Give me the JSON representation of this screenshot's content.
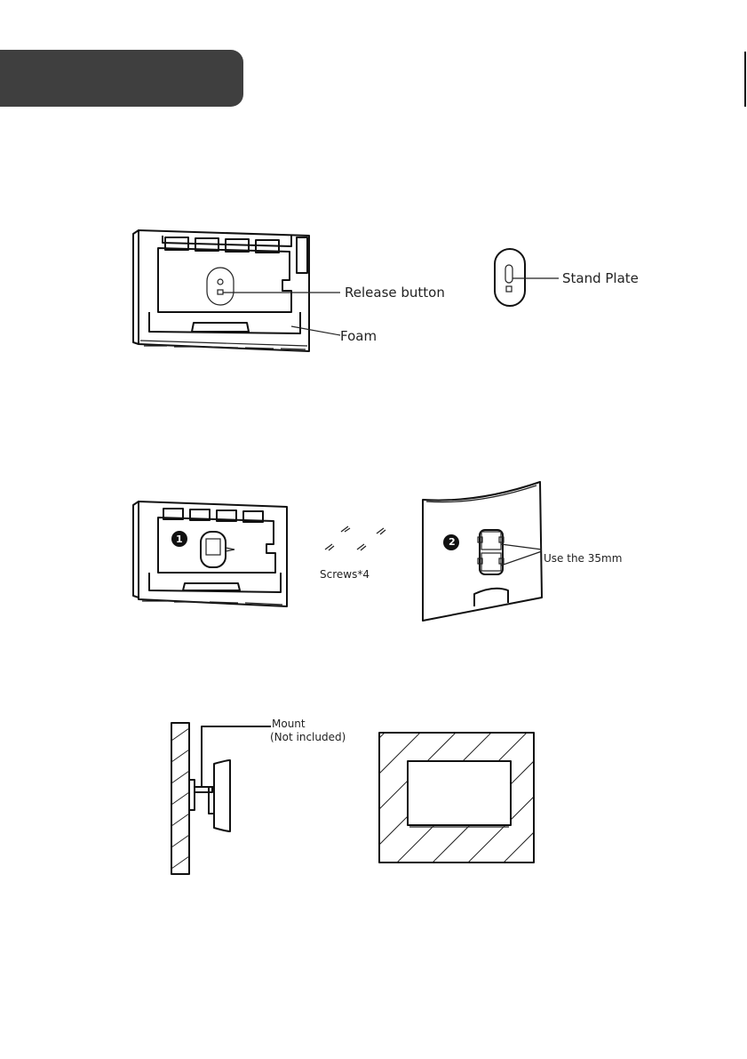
{
  "labels": {
    "release_button": "Release button",
    "foam": "Foam",
    "stand_plate": "Stand Plate",
    "screws": "Screws*4",
    "use_35mm": "Use the 35mm",
    "mount": "Mount",
    "not_included": "(Not included)"
  },
  "steps": {
    "step1": "1",
    "step2": "2"
  }
}
